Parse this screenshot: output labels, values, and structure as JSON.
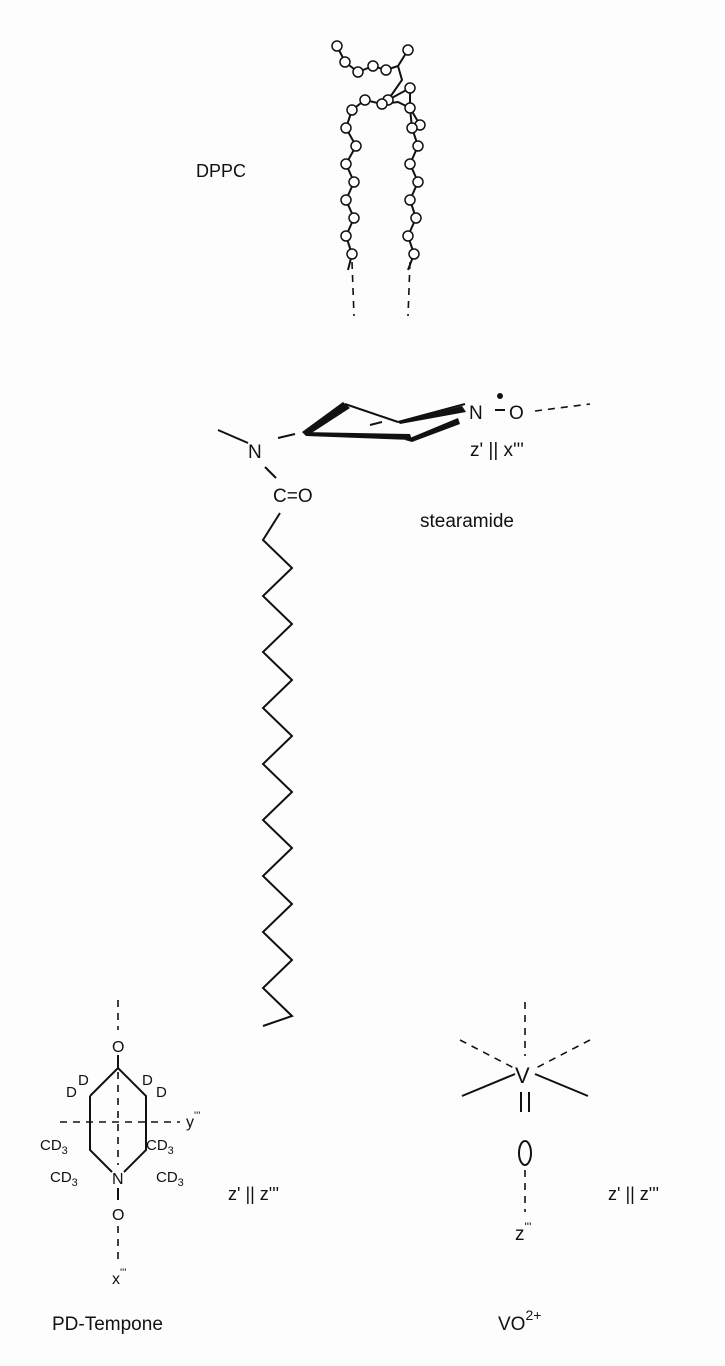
{
  "labels": {
    "dppc": "DPPC",
    "stearamide": "stearamide",
    "pd_tempone": "PD-Tempone",
    "vo_base": "VO",
    "vo_charge": "2+"
  },
  "stearamide_atoms": {
    "n_amide": "N",
    "carbonyl": "C=O",
    "n_nitroxide": "N",
    "o_nitroxide": "O",
    "axis_relation": "z' || x'''"
  },
  "tempone_atoms": {
    "o_top": "O",
    "n": "N",
    "o_bottom": "O",
    "d1": "D",
    "d2": "D",
    "d3": "D",
    "d4": "D",
    "cd3": "CD",
    "sub3": "3",
    "y_axis": "y",
    "x_axis": "x",
    "prime3": "'''",
    "axis_relation": "z' || z'''"
  },
  "vanadyl_atoms": {
    "v": "V",
    "o": "O",
    "z_axis": "z",
    "prime3": "'''",
    "axis_relation": "z' || z'''"
  }
}
